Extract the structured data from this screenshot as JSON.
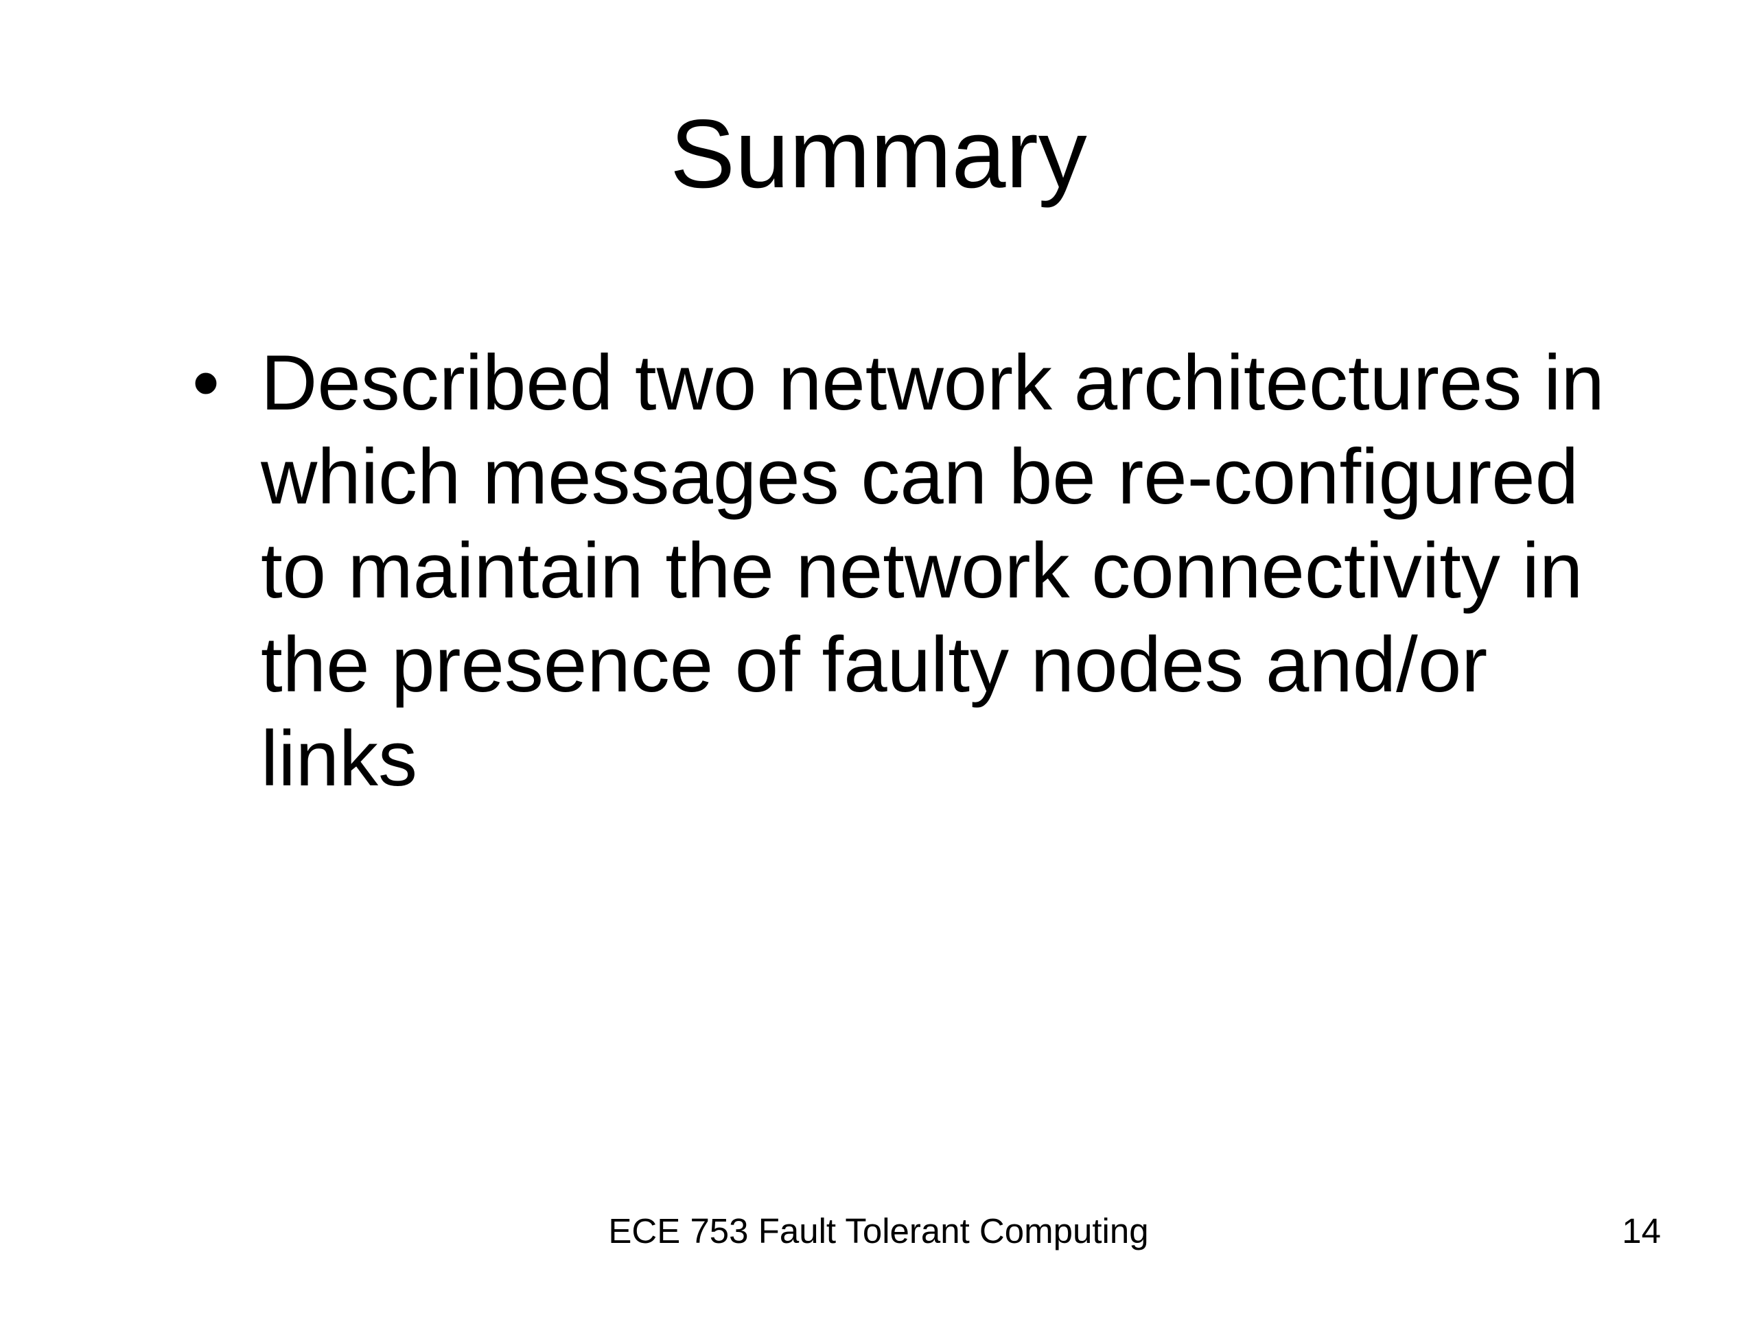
{
  "slide": {
    "title": "Summary",
    "bullets": [
      {
        "marker": "•",
        "text": "Described two network architectures in which messages can be re-configured to maintain the network connectivity in the presence of faulty nodes and/or links"
      }
    ],
    "footer": {
      "course": "ECE 753 Fault Tolerant Computing",
      "page_number": "14"
    }
  }
}
